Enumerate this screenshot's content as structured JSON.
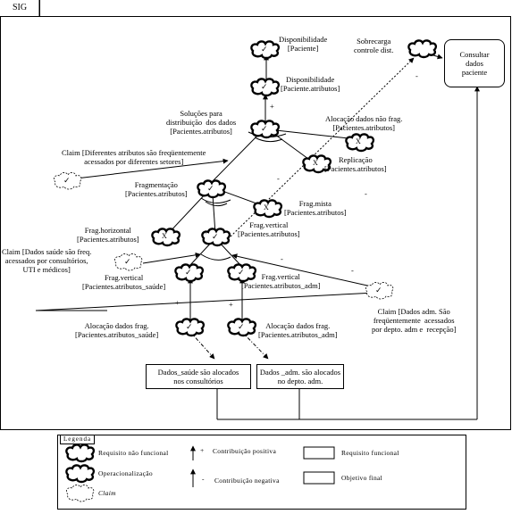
{
  "tab": "SIG",
  "nodes": {
    "disponibilidade_paciente": "Disponibilidade\n[Paciente]",
    "disponibilidade_atributos": "Disponibilidade\n[Paciente.atributos]",
    "sobrecarga": "Sobrecarga\ncontrole dist.",
    "consultar": "Consultar\ndados\npaciente",
    "solucoes": "Soluções para\ndistribuição  dos dados\n[Pacientes.atributos]",
    "alocacao_nao_frag": "Alocação dados não frag.\n[Pacientes.atributos]",
    "replicacao": "Replicação\n[Pacientes.atributos]",
    "claim_diferentes": "Claim [Diferentes atributos são freqüentemente\nacessados por diferentes setores]",
    "fragmentacao": "Fragmentação\n[Pacientes.atributos]",
    "frag_mista": "Frag.mista\n[Pacientes.atributos]",
    "frag_horizontal": "Frag.horizontal\n[Pacientes.atributos]",
    "frag_vertical": "Frag.vertical\n[Pacientes.atributos]",
    "claim_saude": "Claim [Dados saúde são freq.\nacessados por consultórios,\nUTI e médicos]",
    "frag_vertical_saude": "Frag.vertical\n[Pacientes.atributos_saúde]",
    "frag_vertical_adm": "Frag.vertical\n[Pacientes.atributos_adm]",
    "claim_adm": "Claim [Dados adm. São\nfreqüentemente  acessados\npor depto. adm e  recepção]",
    "alocacao_frag_saude": "Alocação dados frag.\n[Pacientes.atributos_saúde]",
    "alocacao_frag_adm": "Alocação dados frag.\n[Pacientes.atributos_adm]",
    "dados_saude": "Dados_saúde são alocados\nnos consultórios",
    "dados_adm": "Dados _adm. são alocados\nno depto. adm."
  },
  "signs": {
    "plus": "+",
    "minus": "-",
    "check": "✓",
    "cross": "X"
  },
  "legend": {
    "title": "Legenda",
    "req_nao_funcional": "Requisito não funcional",
    "operacionalizacao": "Operacionalização",
    "claim": "Claim",
    "contrib_positiva": "Contribuição positiva",
    "contrib_negativa": "Contribuição negativa",
    "req_funcional": "Requisito funcional",
    "objetivo_final": "Objetivo final",
    "plus": "+",
    "minus": "-"
  }
}
